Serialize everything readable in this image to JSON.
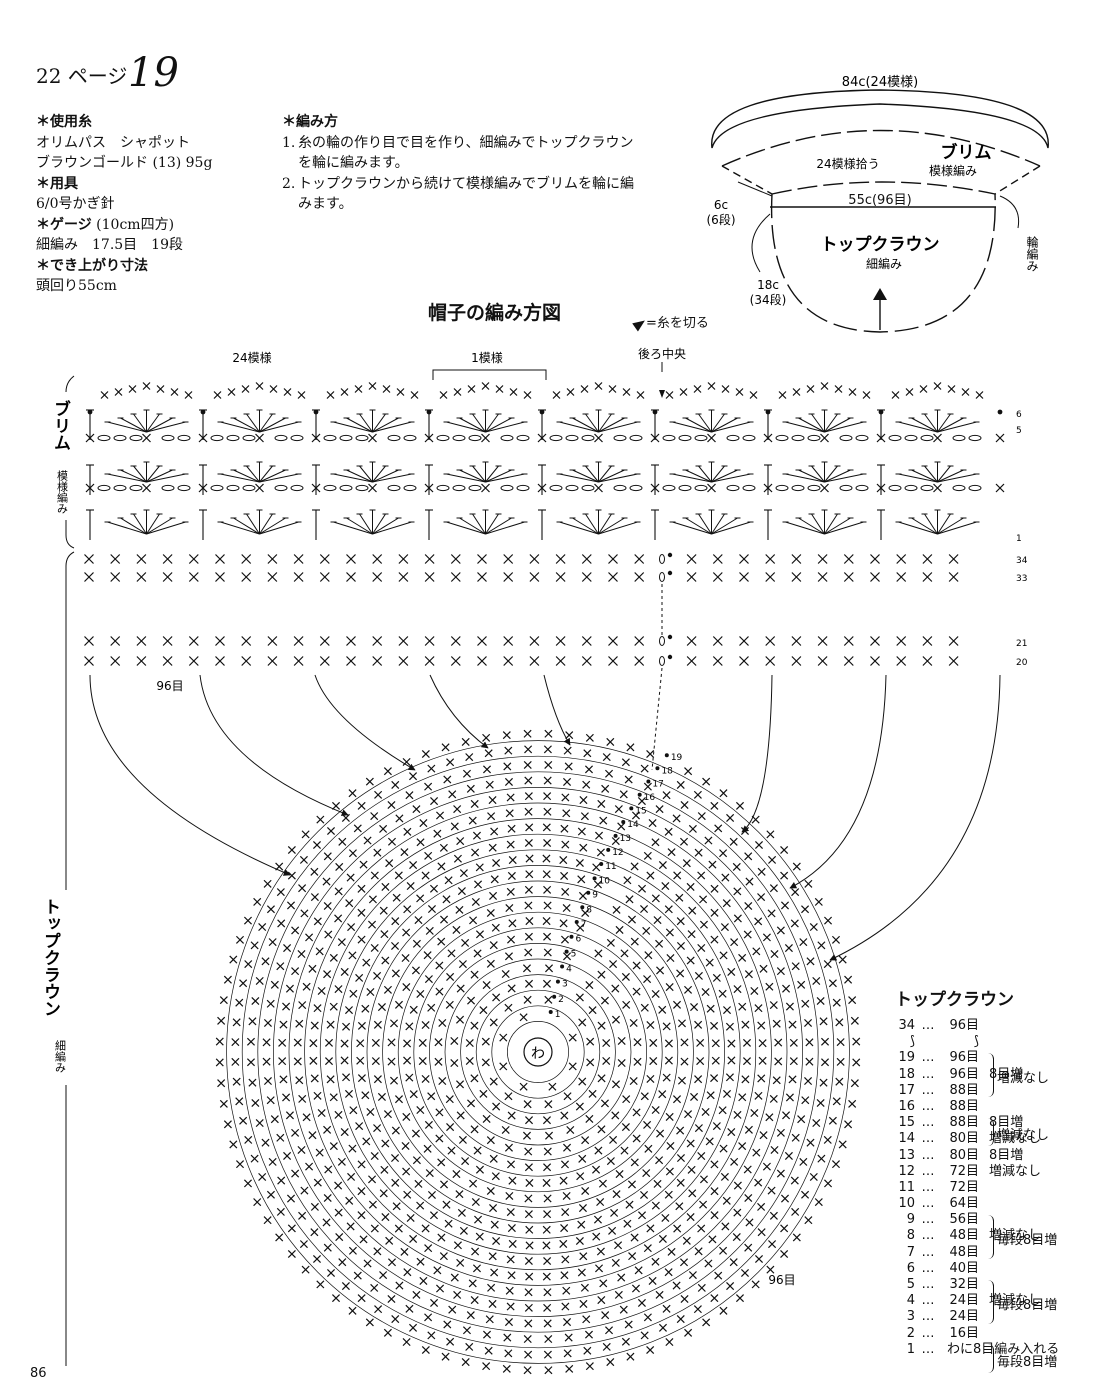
{
  "header": {
    "page_ref": "22 ページ",
    "pattern_number": "19"
  },
  "materials": [
    {
      "heading": "＊使用糸",
      "lines": [
        "オリムパス　シャポット",
        "ブラウンゴールド (13) 95g"
      ]
    },
    {
      "heading": "＊用具",
      "lines": [
        "6/0号かぎ針"
      ]
    },
    {
      "heading": "＊ゲージ",
      "heading_suffix": " (10cm四方)",
      "lines": [
        "細編み　17.5目　19段"
      ]
    },
    {
      "heading": "＊でき上がり寸法",
      "lines": [
        "頭回り55cm"
      ]
    }
  ],
  "method": {
    "heading": "＊編み方",
    "steps": [
      {
        "num": "1.",
        "text": "糸の輪の作り目で目を作り、細編みでトップクラウンを輪に編みます。"
      },
      {
        "num": "2.",
        "text": "トップクラウンから続けて模様編みでブリムを輪に編みます。"
      }
    ]
  },
  "hat_diagram": {
    "brim_width": "84c(24模様)",
    "brim_label": "ブリム",
    "brim_stitch": "模様編み",
    "pickup_label": "24模様拾う",
    "crown_circ": "55c(96目)",
    "brim_height": "6c",
    "brim_rows": "(6段)",
    "crown_label": "トップクラウン",
    "crown_stitch": "細編み",
    "crown_height": "18c",
    "crown_rows": "(34段)",
    "in_round_label": "輪編み"
  },
  "diagram_title": "帽子の編み方図",
  "legend_cut": "=糸を切る",
  "chart": {
    "repeat_24": "24模様",
    "repeat_1": "1模様",
    "back_center": "後ろ中央",
    "side_brim": "ブリム",
    "side_brim_stitch": "模様編み",
    "side_crown": "トップクラウン",
    "side_crown_stitch": "細編み",
    "stitches_96": "96目",
    "round_stitches_96": "96目",
    "center": "わ",
    "row_labels_brim": [
      "6",
      "5",
      "1"
    ],
    "row_labels_crown": [
      "34",
      "33",
      "21",
      "20"
    ],
    "round_numbers": [
      "1",
      "2",
      "3",
      "4",
      "5",
      "6",
      "7",
      "8",
      "9",
      "10",
      "11",
      "12",
      "13",
      "14",
      "15",
      "16",
      "17",
      "18",
      "19"
    ]
  },
  "stitch_table": {
    "title": "トップクラウン",
    "rows": [
      {
        "round": "34",
        "count": "96目",
        "note": ""
      },
      {
        "round": "⟆",
        "count": "⟆",
        "note": ""
      },
      {
        "round": "19",
        "count": "96目",
        "note": ""
      },
      {
        "round": "18",
        "count": "96目",
        "note": "8目増"
      },
      {
        "round": "17",
        "count": "88目",
        "note": ""
      },
      {
        "round": "16",
        "count": "88目",
        "note": ""
      },
      {
        "round": "15",
        "count": "88目",
        "note": "8目増"
      },
      {
        "round": "14",
        "count": "80目",
        "note": "増減なし"
      },
      {
        "round": "13",
        "count": "80目",
        "note": "8目増"
      },
      {
        "round": "12",
        "count": "72目",
        "note": "増減なし"
      },
      {
        "round": "11",
        "count": "72目",
        "note": ""
      },
      {
        "round": "10",
        "count": "64目",
        "note": ""
      },
      {
        "round": "9",
        "count": "56目",
        "note": ""
      },
      {
        "round": "8",
        "count": "48目",
        "note": "増減なし"
      },
      {
        "round": "7",
        "count": "48目",
        "note": ""
      },
      {
        "round": "6",
        "count": "40目",
        "note": ""
      },
      {
        "round": "5",
        "count": "32目",
        "note": ""
      },
      {
        "round": "4",
        "count": "24目",
        "note": "増減なし"
      },
      {
        "round": "3",
        "count": "24目",
        "note": ""
      },
      {
        "round": "2",
        "count": "16目",
        "note": ""
      },
      {
        "round": "1",
        "count": "わに8目編み入れる",
        "note": ""
      }
    ],
    "group_notes": [
      {
        "from": 0,
        "to": 2,
        "text": "増減なし"
      },
      {
        "from": 4,
        "to": 5,
        "text": "増減なし"
      },
      {
        "from": 10,
        "to": 12,
        "text": "毎段8目増"
      },
      {
        "from": 14,
        "to": 16,
        "text": "毎段8目増"
      },
      {
        "from": 18,
        "to": 19,
        "text": "毎段8目増"
      }
    ]
  },
  "footer": {
    "page_number": "86"
  }
}
